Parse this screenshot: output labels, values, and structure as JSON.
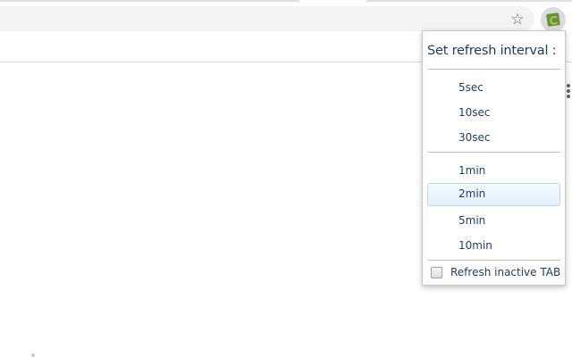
{
  "browser": {
    "toolbar": {
      "bookmark_icon": "star-outline-icon",
      "extension_icon": "auto-refresh-extension-icon"
    }
  },
  "popup": {
    "title": "Set refresh interval :",
    "groups": [
      {
        "options": [
          {
            "label": "5sec",
            "selected": false
          },
          {
            "label": "10sec",
            "selected": false
          },
          {
            "label": "30sec",
            "selected": false
          }
        ]
      },
      {
        "options": [
          {
            "label": "1min",
            "selected": false
          },
          {
            "label": "2min",
            "selected": true
          },
          {
            "label": "5min",
            "selected": false
          },
          {
            "label": "10min",
            "selected": false
          }
        ]
      }
    ],
    "checkbox": {
      "label": "Refresh inactive TAB",
      "checked": false
    }
  },
  "colors": {
    "text": "#1f3a5f",
    "selected_bg": "#e4f1fc",
    "selected_border": "#b8d6f0",
    "omnibox_bg": "#f1f3f4"
  }
}
